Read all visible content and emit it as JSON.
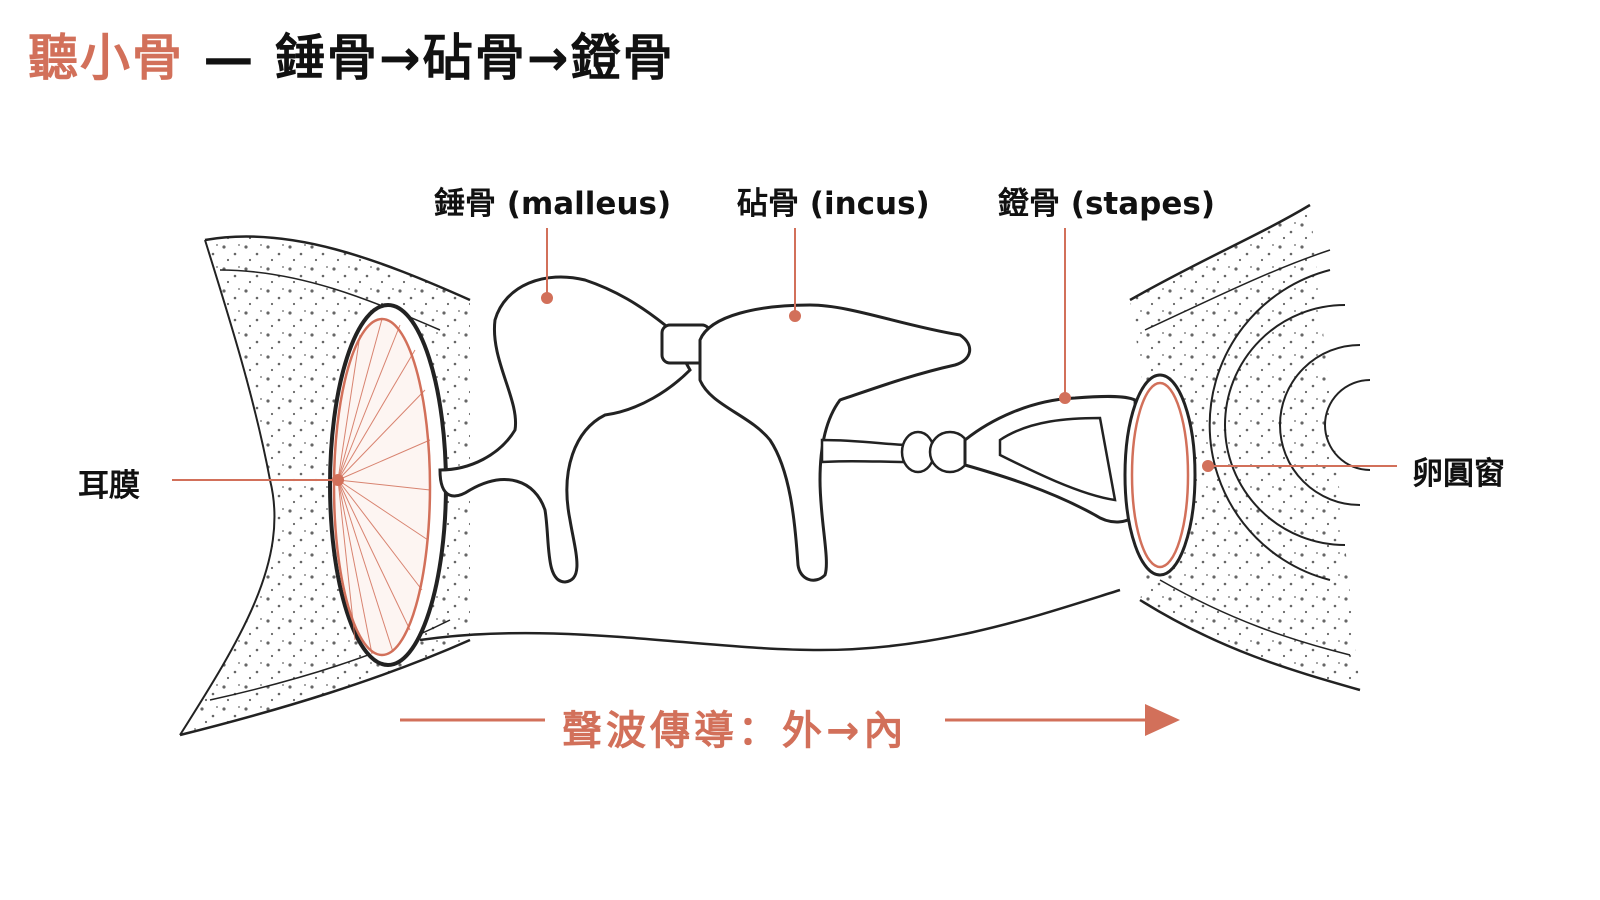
{
  "title": {
    "accent": "聽小骨",
    "rest": " — 錘骨→砧骨→鐙骨"
  },
  "labels": {
    "malleus": "錘骨 (malleus)",
    "incus": "砧骨 (incus)",
    "stapes": "鐙骨 (stapes)",
    "eardrum": "耳膜",
    "oval_window": "卵圓窗"
  },
  "flow_label": "聲波傳導：外→內",
  "colors": {
    "accent": "#d2705a",
    "ink": "#111111",
    "background": "#ffffff"
  }
}
